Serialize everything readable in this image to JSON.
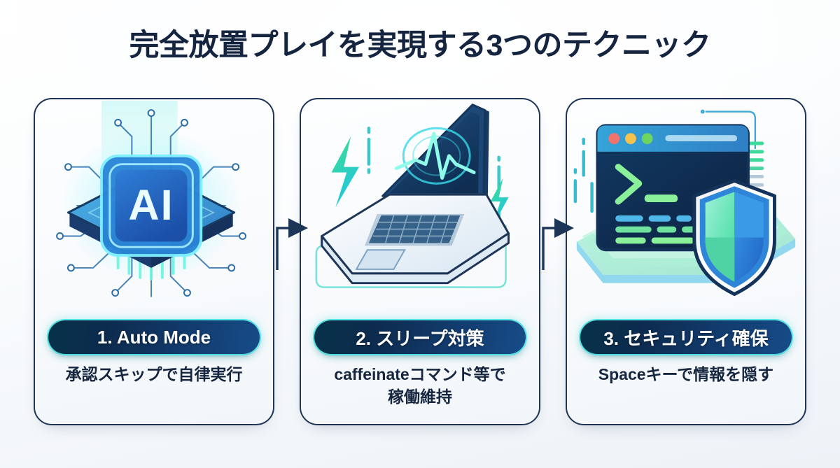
{
  "header": {
    "title": "完全放置プレイを実現する3つのテクニック"
  },
  "colors": {
    "title_text": "#15253f",
    "card_border": "#1d3557",
    "pill_gradient_start": "#06324a",
    "pill_gradient_end": "#174c88",
    "pill_glow": "#40e0e0",
    "accent_cyan": "#3fd7e8",
    "accent_green": "#3ee08a",
    "arrow": "#1d3557",
    "background": "#f4f7fa"
  },
  "cards": [
    {
      "index": "1",
      "icon": "ai-chip-icon",
      "badge": "1. Auto Mode",
      "subtitle": "承認スキップで自律実行"
    },
    {
      "index": "2",
      "icon": "laptop-pulse-icon",
      "badge": "2. スリープ対策",
      "subtitle": "caffeinateコマンド等で\n稼働維持"
    },
    {
      "index": "3",
      "icon": "terminal-shield-icon",
      "badge": "3. セキュリティ確保",
      "subtitle": "Spaceキーで情報を隠す"
    }
  ],
  "connectors": [
    {
      "name": "arrow-1-to-2",
      "glyph": "right-arrow-icon"
    },
    {
      "name": "arrow-2-to-3",
      "glyph": "right-arrow-icon"
    }
  ],
  "illustration_details": {
    "chip_label": "AI",
    "terminal_prompt": ">_",
    "terminal_dots": [
      "red",
      "yellow",
      "green"
    ]
  }
}
